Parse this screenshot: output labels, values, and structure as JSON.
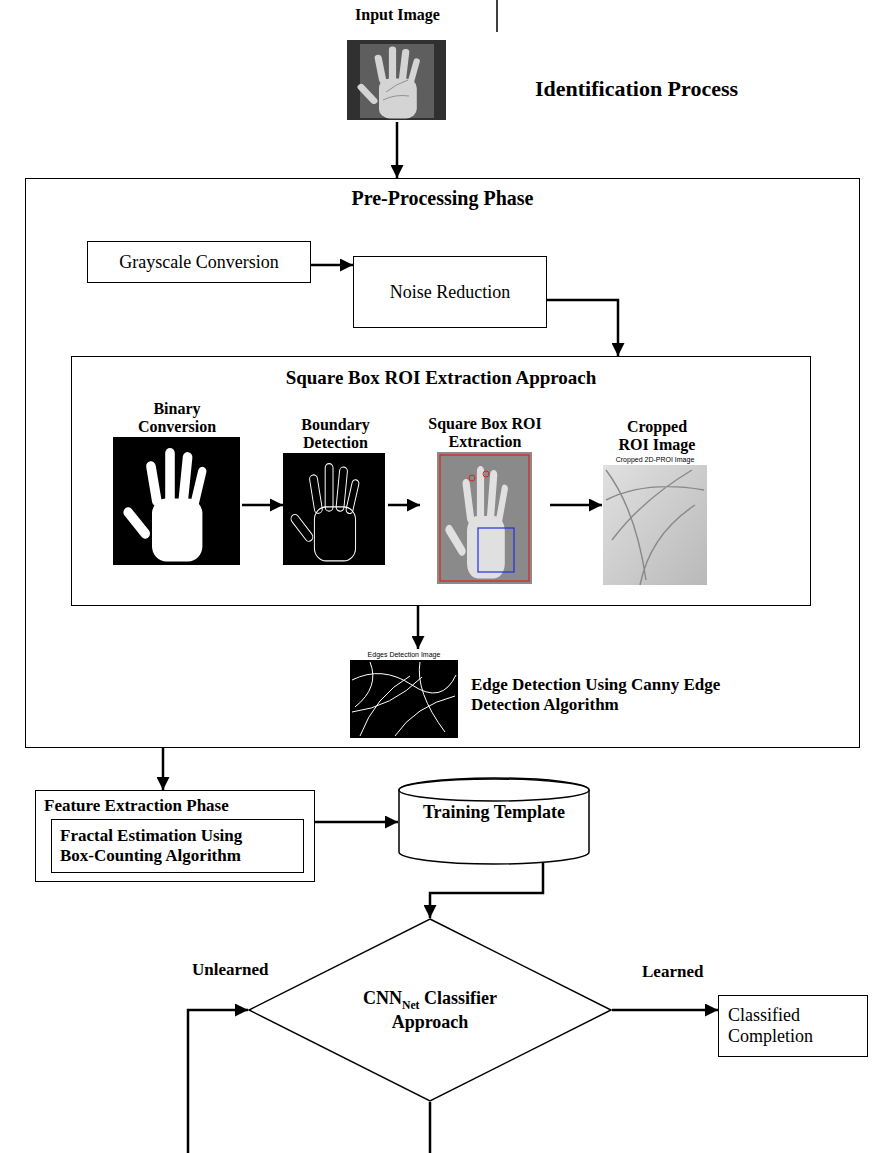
{
  "diagram": {
    "title": "Identification Process",
    "nodes": [
      {
        "text": [
          "Input Image"
        ]
      },
      {
        "text": [
          "Pre-Processing Phase"
        ]
      },
      {
        "text": [
          "Grayscale Conversion"
        ],
        "in": 1
      },
      {
        "text": [
          "Noise Reduction"
        ],
        "in": 1
      },
      {
        "text": [
          "Square Box ROI Extraction Approach"
        ],
        "in": 1
      },
      {
        "text": [
          "Binary Conversion"
        ],
        "in": 4
      },
      {
        "text": [
          "Boundary Detection"
        ],
        "in": 4
      },
      {
        "text": [
          "Square Box ROI Extraction"
        ],
        "in": 4
      },
      {
        "text": [
          "Cropped ROI Image"
        ],
        "in": 4
      },
      {
        "text": [
          "Edge Detection Using Canny Edge Detection Algorithm"
        ],
        "in": 1
      },
      {
        "text": [
          "Feature Extraction Phase"
        ]
      },
      {
        "text": [
          "Fractal Estimation Using Box-Counting Algorithm"
        ],
        "in": 10
      },
      {
        "text": [
          "Training Template"
        ]
      },
      {
        "text": [
          "CNNNet Classifier Approach"
        ]
      },
      {
        "text": [
          "Classified Completion"
        ]
      }
    ],
    "edges": [
      {
        "from": 0,
        "to": 1,
        "arrow": "to"
      },
      {
        "from": 2,
        "to": 3,
        "arrow": "to"
      },
      {
        "from": 3,
        "to": 4,
        "arrow": "to"
      },
      {
        "from": 5,
        "to": 6,
        "arrow": "to"
      },
      {
        "from": 6,
        "to": 7,
        "arrow": "to"
      },
      {
        "from": 7,
        "to": 8,
        "arrow": "to"
      },
      {
        "from": 4,
        "to": 9,
        "arrow": "to"
      },
      {
        "from": 1,
        "to": 10,
        "arrow": "to"
      },
      {
        "from": 10,
        "to": 12,
        "arrow": "to"
      },
      {
        "from": 12,
        "to": 13,
        "arrow": "to"
      },
      {
        "from": 13,
        "to": 14,
        "label": "Learned",
        "arrow": "to"
      },
      {
        "from": 13,
        "to": 13,
        "label": "Unlearned",
        "arrow": "to"
      }
    ],
    "labels": [
      "Cropped 2D-PROI Image",
      "Edges Detection Image"
    ]
  }
}
